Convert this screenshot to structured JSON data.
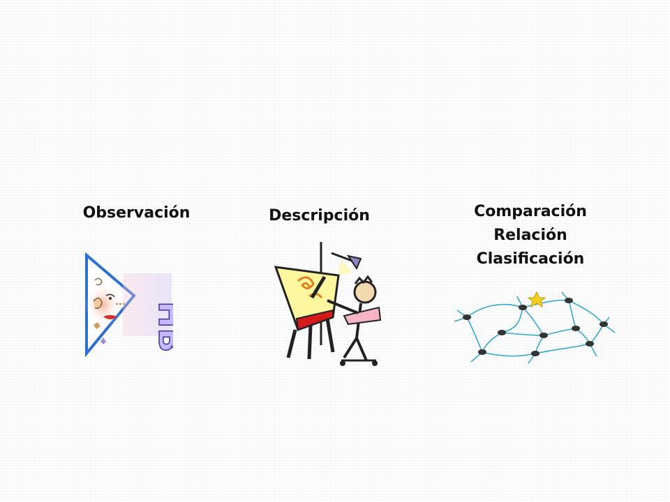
{
  "slide": {
    "columns": [
      {
        "title": "Observación",
        "icon": "senses-funnel-icon"
      },
      {
        "title": "Descripción",
        "icon": "artist-at-easel-icon"
      },
      {
        "lines": [
          "Comparación",
          "Relación",
          "Clasificación"
        ],
        "icon": "neuron-network-icon"
      }
    ]
  },
  "colors": {
    "text": "#111111",
    "easel_yellow": "#fff6a0",
    "easel_red": "#d41a1a",
    "lamp_purple": "#8e86c4",
    "neuron_blue": "#33aacc"
  }
}
